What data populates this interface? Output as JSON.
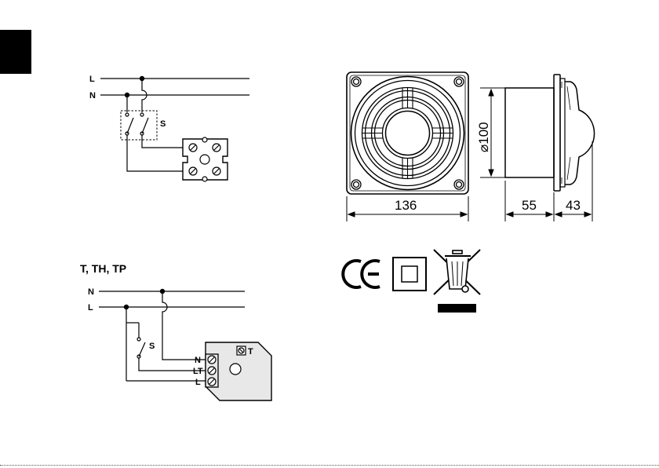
{
  "colors": {
    "ink": "#000000",
    "paper": "#ffffff",
    "box": "#e8e8e8",
    "tab": "#000000"
  },
  "wiring_top": {
    "line_label": "L",
    "neutral_label": "N",
    "switch_label": "S"
  },
  "wiring_bottom": {
    "title": "T, TH, TP",
    "neutral_label": "N",
    "line_label": "L",
    "switch_label": "S",
    "terminal_n": "N",
    "terminal_lt": "LT",
    "terminal_l": "L",
    "timer_label": "T"
  },
  "dimensions": {
    "width": "136",
    "diameter": "⌀100",
    "depth_body": "55",
    "depth_cover": "43"
  },
  "marks": {
    "ce": "CE",
    "icons": [
      "ce-mark-icon",
      "class-ii-double-insulation-icon",
      "weee-crossed-bin-icon"
    ]
  }
}
